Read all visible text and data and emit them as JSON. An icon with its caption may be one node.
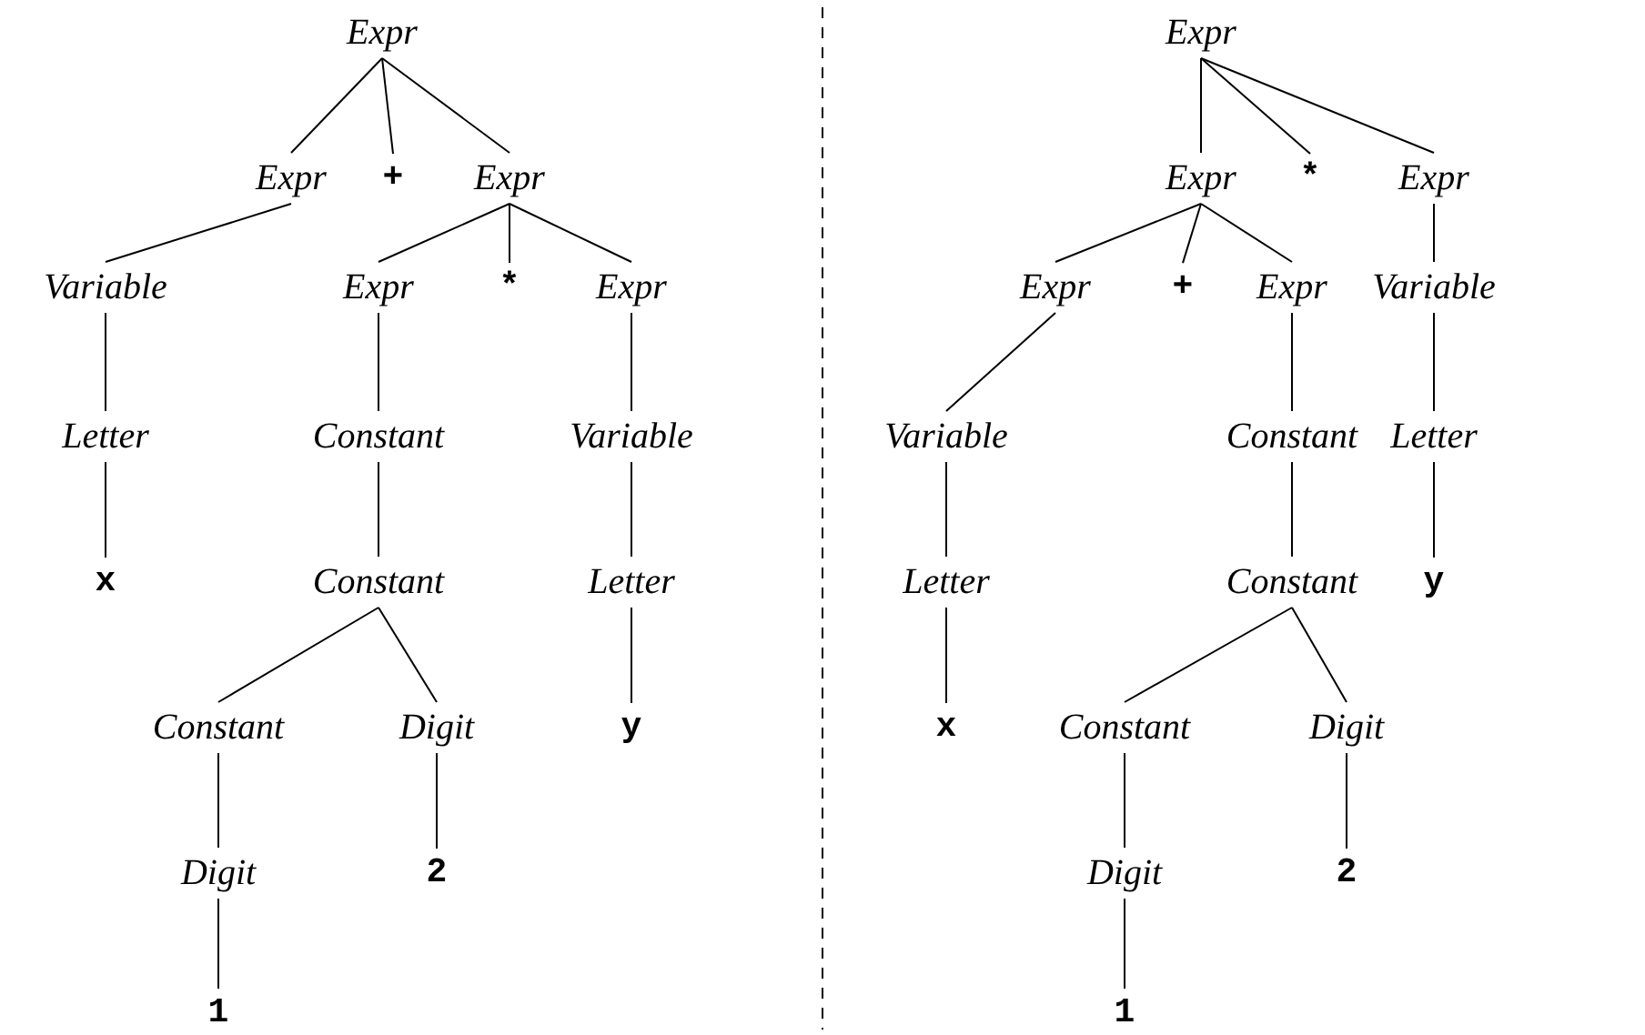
{
  "diagram": {
    "nodes": [
      {
        "text": [
          "Expr"
        ]
      },
      {
        "text": [
          "Expr"
        ]
      },
      {
        "text": [
          "+"
        ]
      },
      {
        "text": [
          "Expr"
        ]
      },
      {
        "text": [
          "Variable"
        ]
      },
      {
        "text": [
          "Expr"
        ]
      },
      {
        "text": [
          "*"
        ]
      },
      {
        "text": [
          "Expr"
        ]
      },
      {
        "text": [
          "Letter"
        ]
      },
      {
        "text": [
          "Constant"
        ]
      },
      {
        "text": [
          "Variable"
        ]
      },
      {
        "text": [
          "x"
        ]
      },
      {
        "text": [
          "Constant"
        ]
      },
      {
        "text": [
          "Letter"
        ]
      },
      {
        "text": [
          "Constant"
        ]
      },
      {
        "text": [
          "Digit"
        ]
      },
      {
        "text": [
          "y"
        ]
      },
      {
        "text": [
          "Digit"
        ]
      },
      {
        "text": [
          "2"
        ]
      },
      {
        "text": [
          "1"
        ]
      },
      {
        "text": [
          "Expr"
        ]
      },
      {
        "text": [
          "Expr"
        ]
      },
      {
        "text": [
          "*"
        ]
      },
      {
        "text": [
          "Expr"
        ]
      },
      {
        "text": [
          "Expr"
        ]
      },
      {
        "text": [
          "+"
        ]
      },
      {
        "text": [
          "Expr"
        ]
      },
      {
        "text": [
          "Variable"
        ]
      },
      {
        "text": [
          "Variable"
        ]
      },
      {
        "text": [
          "Constant"
        ]
      },
      {
        "text": [
          "Letter"
        ]
      },
      {
        "text": [
          "Letter"
        ]
      },
      {
        "text": [
          "Constant"
        ]
      },
      {
        "text": [
          "y"
        ]
      },
      {
        "text": [
          "x"
        ]
      },
      {
        "text": [
          "Constant"
        ]
      },
      {
        "text": [
          "Digit"
        ]
      },
      {
        "text": [
          "Digit"
        ]
      },
      {
        "text": [
          "2"
        ]
      },
      {
        "text": [
          "1"
        ]
      }
    ],
    "edges": [
      {
        "from": 0,
        "to": 1,
        "arrow": "none"
      },
      {
        "from": 0,
        "to": 2,
        "arrow": "none"
      },
      {
        "from": 0,
        "to": 3,
        "arrow": "none"
      },
      {
        "from": 1,
        "to": 4,
        "arrow": "none"
      },
      {
        "from": 3,
        "to": 5,
        "arrow": "none"
      },
      {
        "from": 3,
        "to": 6,
        "arrow": "none"
      },
      {
        "from": 3,
        "to": 7,
        "arrow": "none"
      },
      {
        "from": 4,
        "to": 8,
        "arrow": "none"
      },
      {
        "from": 5,
        "to": 9,
        "arrow": "none"
      },
      {
        "from": 7,
        "to": 10,
        "arrow": "none"
      },
      {
        "from": 8,
        "to": 11,
        "arrow": "none"
      },
      {
        "from": 9,
        "to": 12,
        "arrow": "none"
      },
      {
        "from": 10,
        "to": 13,
        "arrow": "none"
      },
      {
        "from": 12,
        "to": 14,
        "arrow": "none"
      },
      {
        "from": 12,
        "to": 15,
        "arrow": "none"
      },
      {
        "from": 13,
        "to": 16,
        "arrow": "none"
      },
      {
        "from": 14,
        "to": 17,
        "arrow": "none"
      },
      {
        "from": 15,
        "to": 18,
        "arrow": "none"
      },
      {
        "from": 17,
        "to": 19,
        "arrow": "none"
      },
      {
        "from": 20,
        "to": 21,
        "arrow": "none"
      },
      {
        "from": 20,
        "to": 22,
        "arrow": "none"
      },
      {
        "from": 20,
        "to": 23,
        "arrow": "none"
      },
      {
        "from": 21,
        "to": 24,
        "arrow": "none"
      },
      {
        "from": 21,
        "to": 25,
        "arrow": "none"
      },
      {
        "from": 21,
        "to": 26,
        "arrow": "none"
      },
      {
        "from": 23,
        "to": 27,
        "arrow": "none"
      },
      {
        "from": 24,
        "to": 28,
        "arrow": "none"
      },
      {
        "from": 26,
        "to": 29,
        "arrow": "none"
      },
      {
        "from": 27,
        "to": 30,
        "arrow": "none"
      },
      {
        "from": 28,
        "to": 31,
        "arrow": "none"
      },
      {
        "from": 29,
        "to": 32,
        "arrow": "none"
      },
      {
        "from": 30,
        "to": 33,
        "arrow": "none"
      },
      {
        "from": 31,
        "to": 34,
        "arrow": "none"
      },
      {
        "from": 32,
        "to": 35,
        "arrow": "none"
      },
      {
        "from": 32,
        "to": 36,
        "arrow": "none"
      },
      {
        "from": 35,
        "to": 37,
        "arrow": "none"
      },
      {
        "from": 36,
        "to": 38,
        "arrow": "none"
      },
      {
        "from": 37,
        "to": 39,
        "arrow": "none"
      }
    ]
  }
}
